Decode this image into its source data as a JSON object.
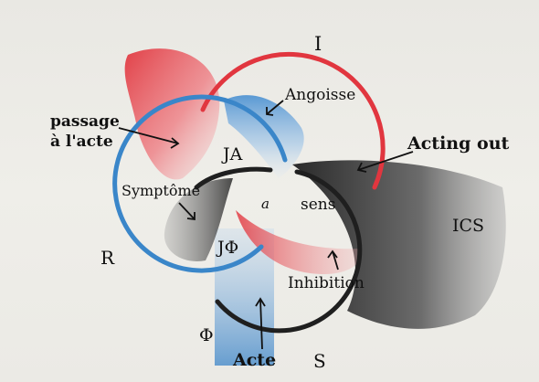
{
  "diagram": {
    "labels": {
      "ring_i": "I",
      "ring_r": "R",
      "ring_s": "S",
      "ics": "ICS",
      "phi": "Φ",
      "angoisse": "Angoisse",
      "passage_line1": "passage",
      "passage_line2": "à l'acte",
      "acting_out": "Acting out",
      "symptome": "Symptôme",
      "ja": "JA",
      "a": "a",
      "sens": "sens",
      "jphi": "JΦ",
      "inhibition": "Inhibition",
      "acte": "Acte"
    },
    "colors": {
      "imaginary": "#e1363f",
      "real": "#3a86c9",
      "symbolic": "#1f1f1f",
      "background": "#ecebe6"
    }
  }
}
